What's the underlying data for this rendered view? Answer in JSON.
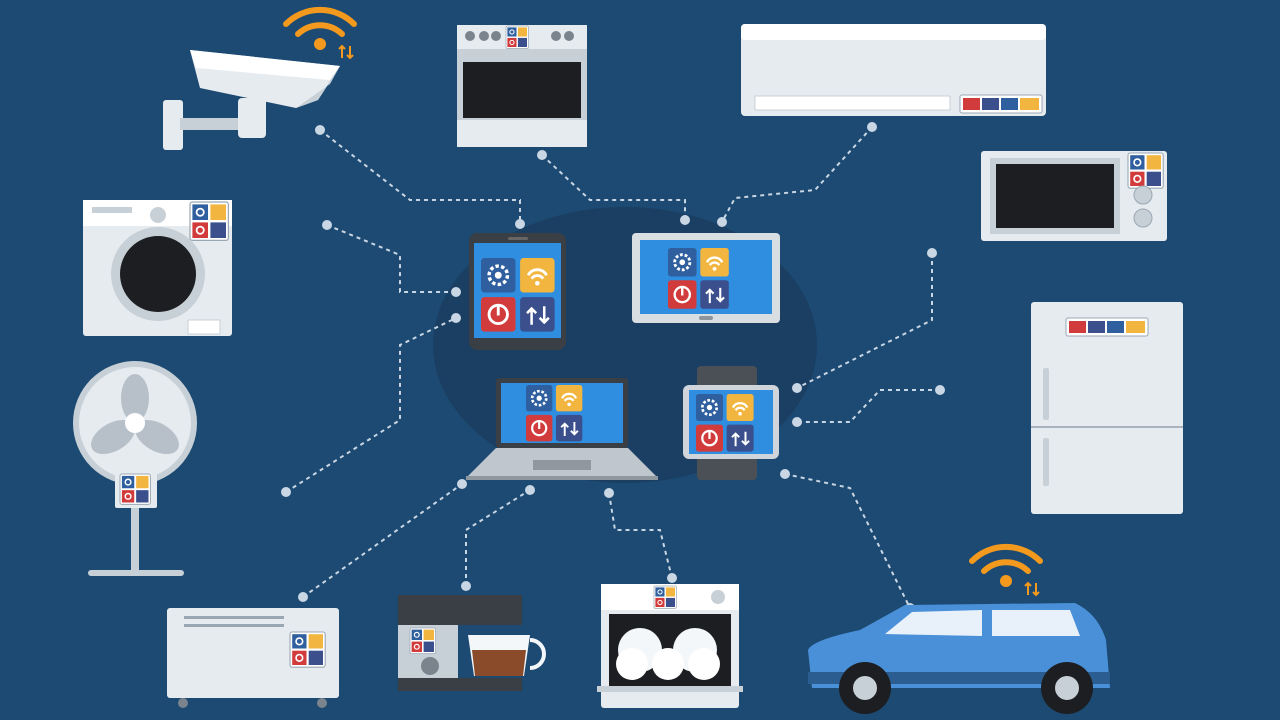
{
  "colors": {
    "background": "#1d4a72",
    "hub": "#1a3f63",
    "connector": "#c9d6e4",
    "wifi": "#f39a1e",
    "tile_gear": "#2f5f9e",
    "tile_wifi": "#f2b640",
    "tile_power": "#d23b3b",
    "tile_transfer": "#3a4f8c",
    "screen": "#2f8ee0",
    "appliance_light": "#e6ebef",
    "appliance_mid": "#c8d0d7",
    "car": "#4a90d9"
  },
  "icons": {
    "tiles": [
      "gear-icon",
      "wifi-icon",
      "power-icon",
      "transfer-arrows-icon"
    ]
  },
  "devices": {
    "controllers": [
      "tablet",
      "landscape-tablet",
      "laptop",
      "smartwatch"
    ],
    "appliances": [
      "security-camera",
      "oven",
      "air-conditioner",
      "microwave",
      "refrigerator",
      "washing-machine",
      "standing-fan",
      "radiator-heater",
      "coffee-maker",
      "dishwasher",
      "car"
    ]
  }
}
